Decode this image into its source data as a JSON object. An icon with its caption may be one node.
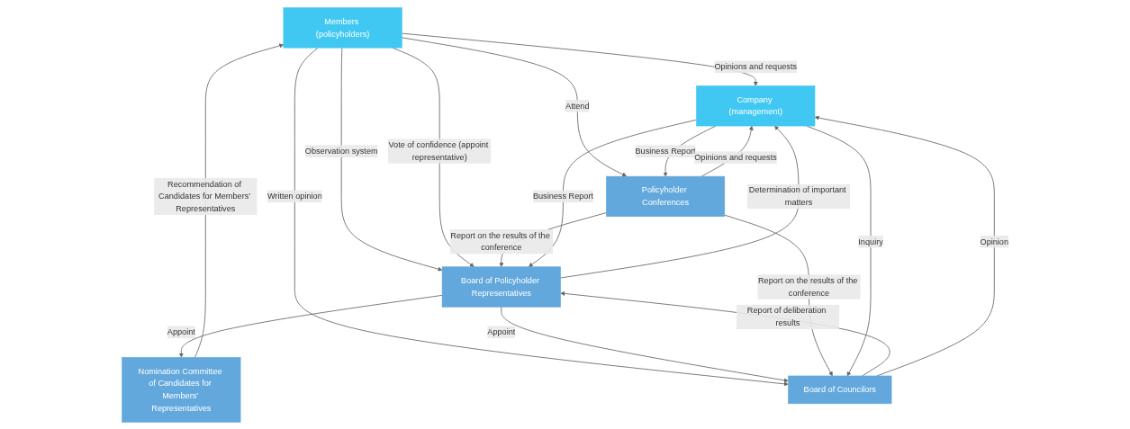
{
  "diagram": {
    "nodes": [
      {
        "text": [
          "Members (policyholders)"
        ]
      },
      {
        "text": [
          "Nomination Committee of Candidates for Members’ Representatives"
        ]
      },
      {
        "text": [
          "Policyholder Conferences"
        ]
      },
      {
        "text": [
          "Board of Policyholder Representatives"
        ]
      },
      {
        "text": [
          "Board of Councilors"
        ]
      },
      {
        "text": [
          "Company (management)"
        ]
      }
    ],
    "edges": [
      {
        "from": 0,
        "to": 5,
        "arrow": "to",
        "label": "Opinions and requests"
      },
      {
        "from": 0,
        "to": 2,
        "arrow": "to",
        "label": "Attend"
      },
      {
        "from": 0,
        "to": 3,
        "arrow": "to",
        "label": "Observation system"
      },
      {
        "from": 0,
        "to": 3,
        "arrow": "to",
        "label": "Vote of confidence (appoint representative)"
      },
      {
        "from": 1,
        "to": 0,
        "arrow": "to",
        "label": "Recommendation of Candidates for Members’ Representatives"
      },
      {
        "from": 0,
        "to": 4,
        "arrow": "to",
        "label": "Written opinion"
      },
      {
        "from": 2,
        "to": 3,
        "arrow": "to",
        "label": "Report on the results of the conference"
      },
      {
        "from": 3,
        "to": 1,
        "arrow": "to",
        "label": "Appoint"
      },
      {
        "from": 3,
        "to": 4,
        "arrow": "to",
        "label": "Appoint"
      },
      {
        "from": 4,
        "to": 3,
        "arrow": "to",
        "label": "Report of deliberation results"
      },
      {
        "from": 5,
        "to": 2,
        "arrow": "to",
        "label": "Business Report"
      },
      {
        "from": 2,
        "to": 5,
        "arrow": "to",
        "label": "Opinions and requests"
      },
      {
        "from": 2,
        "to": 4,
        "arrow": "to",
        "label": "Report on the results of the conference"
      },
      {
        "from": 5,
        "to": 3,
        "arrow": "to",
        "label": "Business Report"
      },
      {
        "from": 3,
        "to": 5,
        "arrow": "to",
        "label": "Determination of important matters"
      },
      {
        "from": 5,
        "to": 4,
        "arrow": "to",
        "label": "Inquiry"
      },
      {
        "from": 4,
        "to": 5,
        "arrow": "to",
        "label": "Opinion"
      }
    ]
  }
}
